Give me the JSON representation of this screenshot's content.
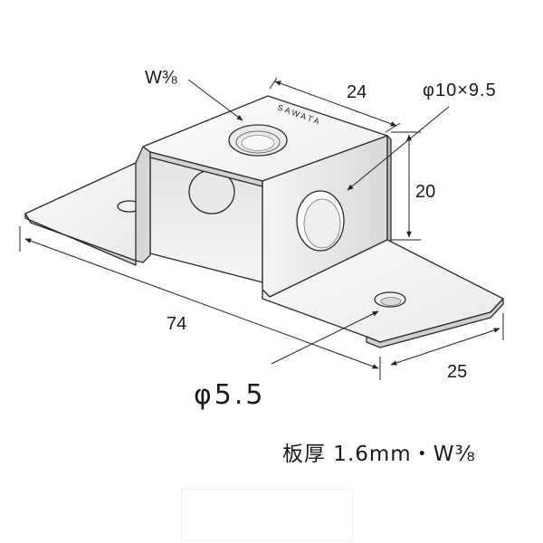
{
  "diagram": {
    "labels": {
      "thread_top": "W⅜",
      "brand": "SAWATA",
      "width_top": "24",
      "hole_large": "φ10×9.5",
      "height": "20",
      "length": "74",
      "hole_small": "φ5.5",
      "foot_width": "25"
    },
    "spec_line": "板厚 1.6mm・W⅜",
    "colors": {
      "metal_light": "#f7f7f7",
      "metal_mid": "#e6e6e6",
      "metal_dark": "#cfcfcf",
      "outline": "#2b2b2b",
      "text": "#1a1a1a"
    }
  }
}
